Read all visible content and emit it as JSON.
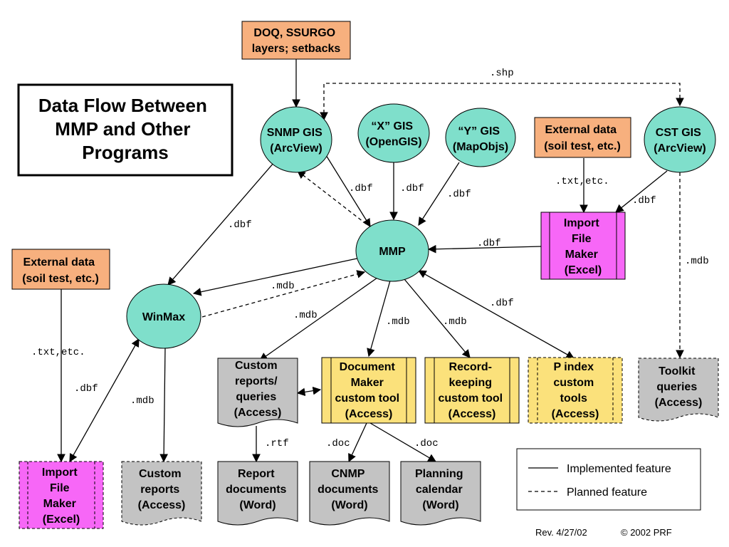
{
  "title": [
    "Data Flow Between",
    "MMP and Other",
    "Programs"
  ],
  "colors": {
    "ellipse": "#7fdfcb",
    "orange": "#f7b07e",
    "magenta": "#f767f7",
    "yellow": "#fbe17b",
    "gray": "#c3c3c3"
  },
  "nodes": {
    "doq": [
      "DOQ, SSURGO",
      "layers; setbacks"
    ],
    "snmp": [
      "SNMP GIS",
      "(ArcView)"
    ],
    "xgis": [
      "“X” GIS",
      "(OpenGIS)"
    ],
    "ygis": [
      "“Y” GIS",
      "(MapObjs)"
    ],
    "ext_top": [
      "External data",
      "(soil test, etc.)"
    ],
    "cst": [
      "CST GIS",
      "(ArcView)"
    ],
    "mmp": [
      "MMP"
    ],
    "import_top": [
      "Import",
      "File",
      "Maker",
      "(Excel)"
    ],
    "ext_left": [
      "External data",
      "(soil test, etc.)"
    ],
    "winmax": [
      "WinMax"
    ],
    "custom_reports_queries": [
      "Custom",
      "reports/",
      "queries",
      "(Access)"
    ],
    "doc_maker": [
      "Document",
      "Maker",
      "custom tool",
      "(Access)"
    ],
    "recordkeeping": [
      "Record-",
      "keeping",
      "custom tool",
      "(Access)"
    ],
    "pindex": [
      "P index",
      "custom",
      "tools",
      "(Access)"
    ],
    "toolkit": [
      "Toolkit",
      "queries",
      "(Access)"
    ],
    "import_bottom": [
      "Import",
      "File",
      "Maker",
      "(Excel)"
    ],
    "custom_reports": [
      "Custom",
      "reports",
      "(Access)"
    ],
    "report_docs": [
      "Report",
      "documents",
      "(Word)"
    ],
    "cnmp_docs": [
      "CNMP",
      "documents",
      "(Word)"
    ],
    "planning": [
      "Planning",
      "calendar",
      "(Word)"
    ]
  },
  "edge_labels": {
    "shp": ".shp",
    "snmp_mmp": ".dbf",
    "x_mmp": ".dbf",
    "y_mmp": ".dbf",
    "ext_import": ".txt,etc.",
    "cst_import": ".dbf",
    "import_mmp": ".dbf",
    "snmp_winmax": ".dbf",
    "cst_toolkit": ".mdb",
    "winmax_mmp": ".mdb",
    "mmp_custom": ".mdb",
    "mmp_docmaker": ".mdb",
    "mmp_record": ".mdb",
    "mmp_pindex": ".dbf",
    "ext_left_import": ".txt,etc.",
    "import_winmax": ".dbf",
    "winmax_custom": ".mdb",
    "custom_rtf": ".rtf",
    "doc_cnmp": ".doc",
    "doc_planning": ".doc"
  },
  "legend": {
    "implemented": "Implemented feature",
    "planned": "Planned feature"
  },
  "footer": {
    "rev": "Rev. 4/27/02",
    "copyright": "© 2002 PRF"
  }
}
